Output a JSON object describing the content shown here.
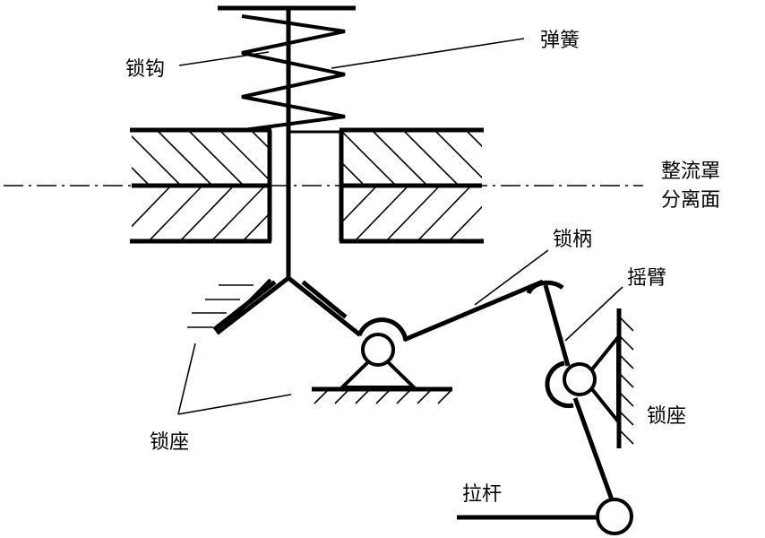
{
  "labels": {
    "lock_hook": "锁钩",
    "spring": "弹簧",
    "fairing_sep_line1": "整流罩",
    "fairing_sep_line2": "分离面",
    "lock_handle": "锁柄",
    "rocker_arm": "摇臂",
    "lock_seat_left": "锁座",
    "lock_seat_right": "锁座",
    "pull_rod": "拉杆"
  },
  "colors": {
    "stroke": "#000000",
    "background": "#ffffff"
  }
}
